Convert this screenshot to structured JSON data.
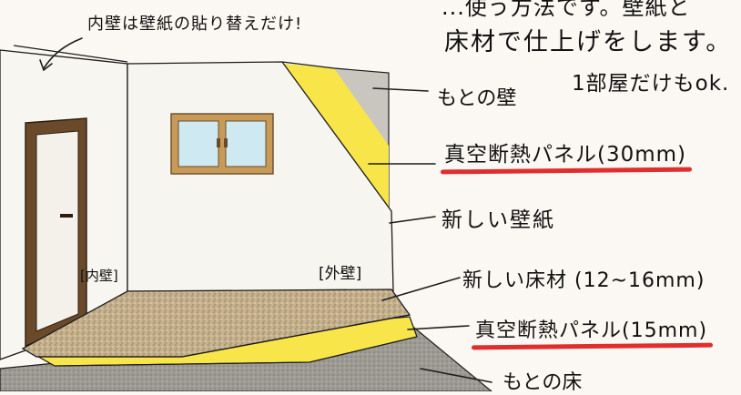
{
  "labels": {
    "top_fragment": "...使う方法です。壁紙と",
    "line2": "床材で仕上げをします。",
    "line3": "1部屋だけもok.",
    "top_note": "内壁は壁紙の貼り替えだけ!",
    "original_wall": "もとの壁",
    "vacuum_panel_wall": "真空断熱パネル(30mm)",
    "new_wallpaper": "新しい壁紙",
    "inner_wall_tag": "[内壁]",
    "outer_wall_tag": "[外壁]",
    "new_floor": "新しい床材 (12~16mm)",
    "vacuum_panel_floor": "真空断熱パネル(15mm)",
    "original_floor": "もとの床"
  },
  "colors": {
    "panel_yellow": "#f7e54a",
    "highlight_red": "#e22d2d",
    "wall_white": "#f6f5f0",
    "floor_tan": "#c6b18e",
    "door_brown": "#6b4a2c",
    "window_frame": "#c79b57",
    "window_glass": "#cfe9f2",
    "original_wall_gray": "#c9c6bf"
  }
}
